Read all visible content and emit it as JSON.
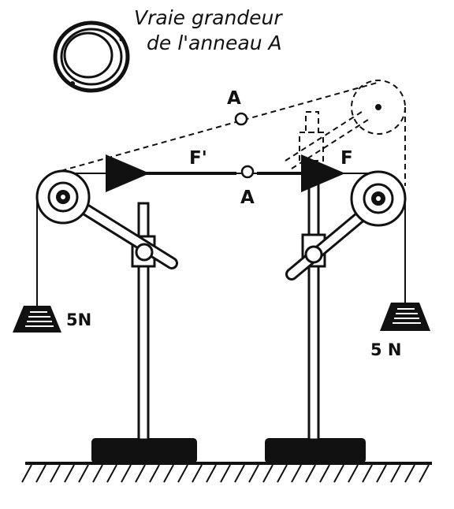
{
  "caption": {
    "line1": "Vraie grandeur",
    "line2": "de l'anneau A"
  },
  "labels": {
    "ring_upper": "A",
    "ring_lower": "A",
    "force_left": "F'",
    "force_right": "F",
    "weight_left": "5N",
    "weight_right": "5 N"
  },
  "colors": {
    "ink": "#111111",
    "paper": "#ffffff"
  }
}
